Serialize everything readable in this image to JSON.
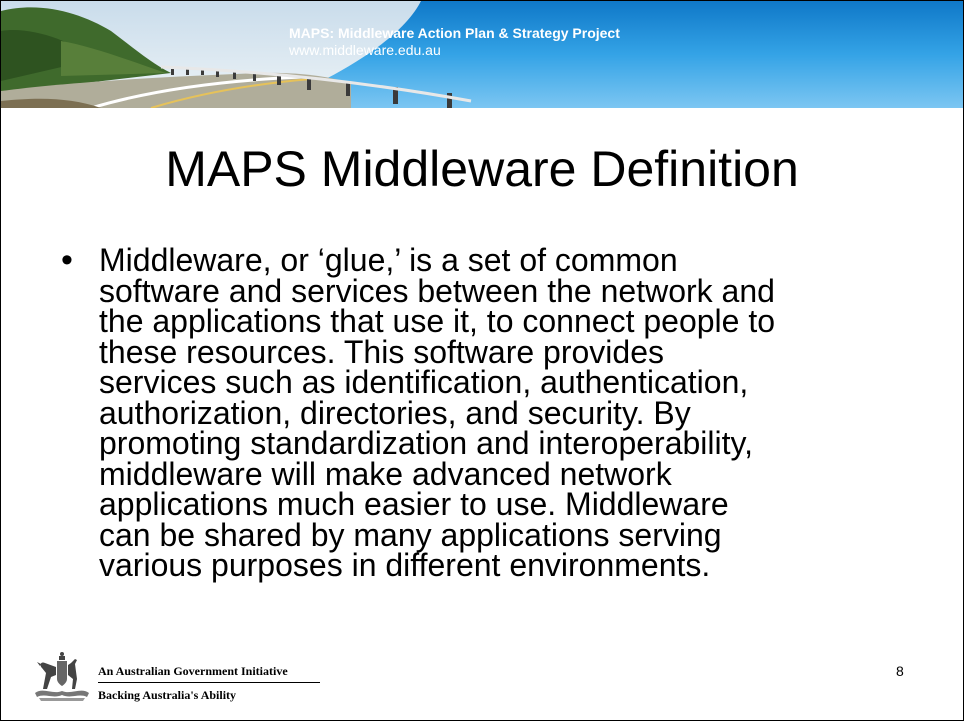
{
  "banner": {
    "title": "MAPS: Middleware Action Plan & Strategy Project",
    "url": "www.middleware.edu.au",
    "accent_color": "#1a8ed8"
  },
  "slide": {
    "title": "MAPS Middleware Definition",
    "bullet_symbol": "•",
    "bullet_lines": [
      "Middleware, or ‘glue,’ is a set of common",
      "software and services between the network and",
      "the applications that use it, to connect people to",
      "these resources.  This software provides",
      "services such as identification, authentication,",
      "authorization, directories, and security.  By",
      "promoting standardization and interoperability,",
      "middleware will make advanced network",
      "applications much easier to use.  Middleware",
      "can be shared by many applications serving",
      "various purposes in different environments."
    ],
    "page_number": "8"
  },
  "footer": {
    "line1": "An Australian Government Initiative",
    "line2": "Backing Australia's Ability",
    "logo_icon": "coat-of-arms-icon"
  }
}
